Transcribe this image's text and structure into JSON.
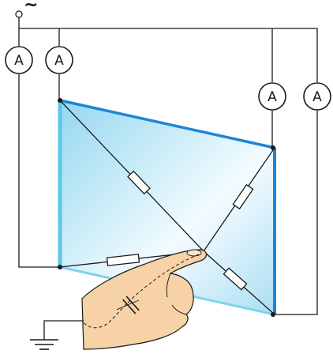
{
  "supply": {
    "symbol": "⌀",
    "tilde": "~"
  },
  "meters": [
    {
      "label": "A"
    },
    {
      "label": "A"
    },
    {
      "label": "A"
    },
    {
      "label": "A"
    }
  ],
  "colors": {
    "panel_fill_light": "#e4f6fc",
    "panel_fill_mid": "#a8dff2",
    "panel_edge_left": "#5cc6ea",
    "panel_edge_right": "#1b86d6",
    "panel_edge_top": "#1b86d6",
    "panel_edge_bottom": "#80d2ee",
    "wire": "#1a1a1a",
    "hand_fill": "#f7d2a6",
    "hand_outline": "#1a1a1a"
  },
  "icons": {
    "ground": "ground-icon",
    "hand": "finger-touch-icon",
    "capacitor": "capacitor-icon",
    "resistor": "resistor-icon",
    "ammeter": "ammeter-icon"
  }
}
